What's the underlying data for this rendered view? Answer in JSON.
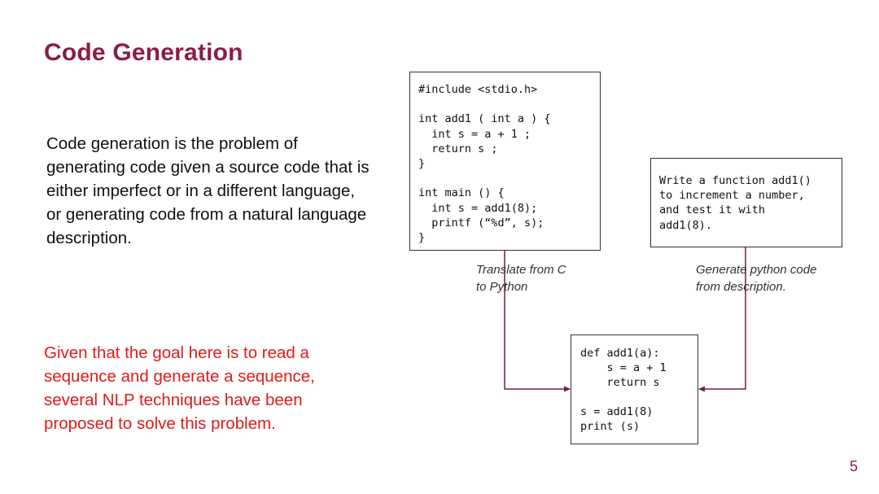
{
  "slide": {
    "title": "Code Generation",
    "body": "Code generation is the problem of generating code given a source code that is either imperfect or in a different language, or generating code from a natural language description.",
    "note": "Given that the goal here is to read a sequence and generate a sequence, several NLP techniques have been proposed to solve this problem.",
    "page_number": "5"
  },
  "diagram": {
    "c_code": "#include <stdio.h>\n\nint add1 ( int a ) {\n  int s = a + 1 ;\n  return s ;\n}\n\nint main () {\n  int s = add1(8);\n  printf (“%d”, s);\n}",
    "description": "Write a function add1()\nto increment a number,\nand test it with\nadd1(8).",
    "python_code": "def add1(a):\n    s = a + 1\n    return s\n\ns = add1(8)\nprint (s)",
    "caption_left": "Translate from C\nto Python",
    "caption_right": "Generate python code\nfrom description.",
    "arrow_color": "#7a1f35"
  }
}
